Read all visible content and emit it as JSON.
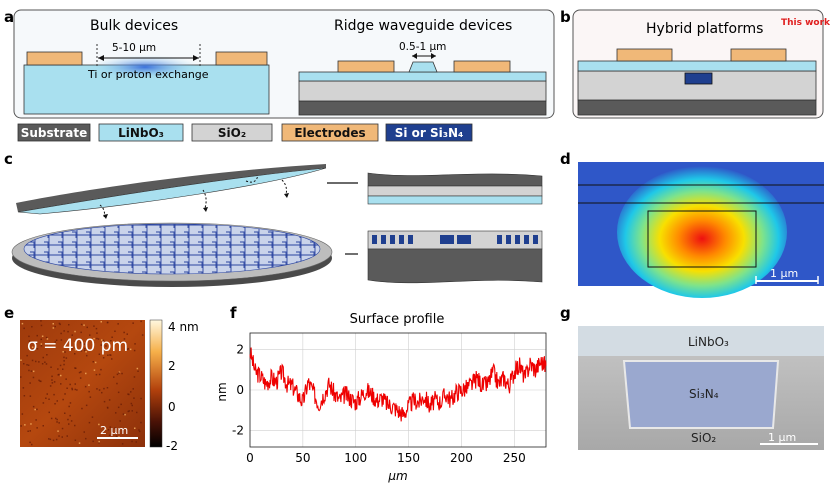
{
  "panels": {
    "a": {
      "letter": "a",
      "bulk_title": "Bulk devices",
      "gap_label": "5-10 μm",
      "diffusion_label": "Ti or proton exchange",
      "ridge_title": "Ridge waveguide devices",
      "ridge_label": "0.5-1 μm"
    },
    "b": {
      "letter": "b",
      "title": "Hybrid platforms",
      "badge": "This work"
    },
    "legend": {
      "items": [
        {
          "label": "Substrate",
          "fill": "#5a5a5a",
          "text_color": "#ffffff"
        },
        {
          "label": "LiNbO₃",
          "fill": "#a9e0ef",
          "text_color": "#111111"
        },
        {
          "label": "SiO₂",
          "fill": "#d3d3d3",
          "text_color": "#111111"
        },
        {
          "label": "Electrodes",
          "fill": "#f0b878",
          "text_color": "#111111"
        },
        {
          "label": "Si or Si₃N₄",
          "fill": "#1f3f8f",
          "text_color": "#ffffff"
        }
      ]
    },
    "c": {
      "letter": "c"
    },
    "d": {
      "letter": "d",
      "scale_label": "1 μm"
    },
    "e": {
      "letter": "e",
      "sigma_label": "σ = 400 pm",
      "scale_label": "2 μm",
      "colorbar_ticks": [
        "4 nm",
        "2",
        "0",
        "-2"
      ]
    },
    "f": {
      "letter": "f"
    },
    "g": {
      "letter": "g",
      "top_label": "LiNbO₃",
      "core_label": "Si₃N₄",
      "bottom_label": "SiO₂",
      "scale_label": "1 μm"
    }
  },
  "colors": {
    "substrate": "#5a5a5a",
    "linbo3": "#a9e0ef",
    "sio2": "#d3d3d3",
    "electrode": "#f0b878",
    "core": "#1f3f8f",
    "badge": "#e02020",
    "trace": "#ee0000"
  },
  "chart_data": {
    "type": "line",
    "title": "Surface profile",
    "xlabel": "μm",
    "ylabel": "nm",
    "xlim": [
      0,
      280
    ],
    "ylim": [
      -2.8,
      2.8
    ],
    "xticks": [
      0,
      50,
      100,
      150,
      200,
      250
    ],
    "yticks": [
      2,
      0,
      -2
    ],
    "grid": true,
    "series": [
      {
        "x": [
          0,
          5,
          10,
          15,
          20,
          25,
          30,
          35,
          40,
          45,
          50,
          55,
          60,
          65,
          70,
          75,
          80,
          85,
          90,
          95,
          100,
          105,
          110,
          115,
          120,
          125,
          130,
          135,
          140,
          145,
          150,
          155,
          160,
          165,
          170,
          175,
          180,
          185,
          190,
          195,
          200,
          205,
          210,
          215,
          220,
          225,
          230,
          235,
          240,
          245,
          250,
          255,
          260,
          265,
          270,
          275,
          280
        ],
        "y": [
          1.9,
          0.9,
          0.7,
          0.3,
          0.6,
          0.4,
          0.9,
          0.3,
          0.2,
          -0.2,
          -0.6,
          0.4,
          -0.1,
          -0.7,
          -0.2,
          0.3,
          -0.2,
          -0.5,
          -0.2,
          -0.4,
          -0.6,
          -0.3,
          0.0,
          -0.2,
          -0.5,
          -0.4,
          -0.7,
          -0.8,
          -1.0,
          -1.2,
          -0.8,
          -0.5,
          -0.6,
          -0.3,
          -0.8,
          -0.5,
          -0.6,
          -0.2,
          -0.5,
          -0.1,
          0.0,
          0.1,
          0.3,
          0.6,
          0.2,
          0.3,
          0.9,
          0.3,
          0.6,
          0.2,
          0.9,
          1.2,
          0.6,
          1.3,
          1.0,
          1.4,
          1.2
        ]
      }
    ]
  }
}
